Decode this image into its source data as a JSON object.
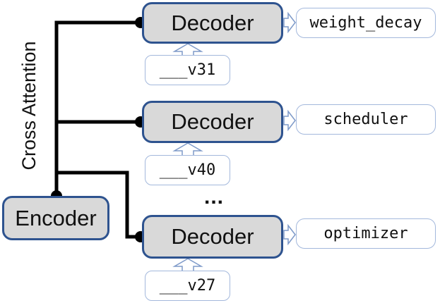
{
  "diagram": {
    "cross_attention_label": "Cross Attention",
    "encoder_label": "Encoder",
    "ellipsis": "...",
    "rows": [
      {
        "decoder_label": "Decoder",
        "input_label": "___v31",
        "output_label": "weight_decay"
      },
      {
        "decoder_label": "Decoder",
        "input_label": "___v40",
        "output_label": "scheduler"
      },
      {
        "decoder_label": "Decoder",
        "input_label": "___v27",
        "output_label": "optimizer"
      }
    ],
    "colors": {
      "connector": "#000000",
      "node_fill": "#d9d9d9",
      "node_border": "#2e538f",
      "io_border": "#a3b8dc",
      "arrow_outline": "#7e9ac9"
    }
  }
}
